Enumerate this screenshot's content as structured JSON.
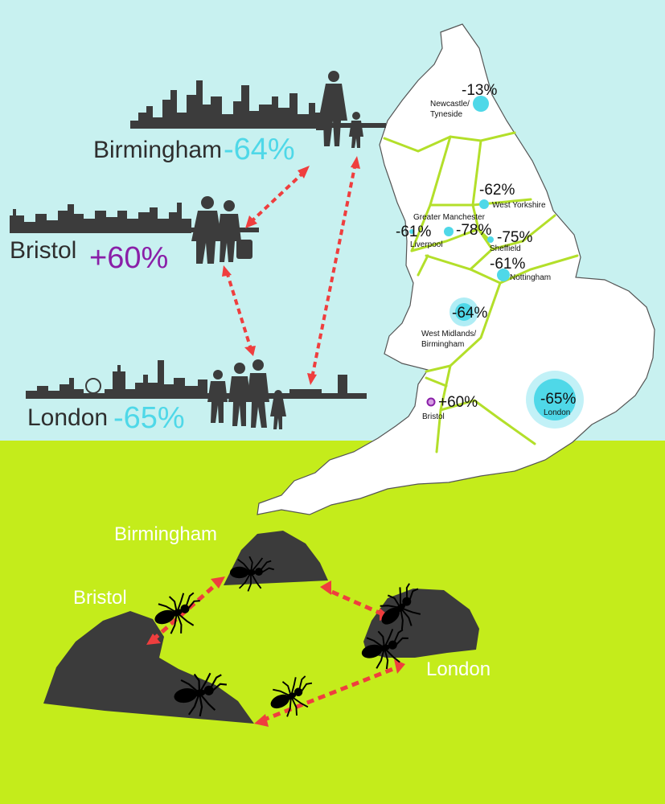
{
  "colors": {
    "sky": "#c8f1f0",
    "grass": "#c4ec1b",
    "silhouette": "#3c3c3c",
    "map_fill": "#ffffff",
    "map_border": "#b3df2a",
    "arrow": "#ef3e3e",
    "decrease": "#4fd8e8",
    "increase": "#8a1fa8"
  },
  "comparison": {
    "birmingham": {
      "name": "Birmingham",
      "change": "-64%"
    },
    "bristol": {
      "name": "Bristol",
      "change": "+60%"
    },
    "london": {
      "name": "London",
      "change": "-65%"
    }
  },
  "map_regions": [
    {
      "id": "newcastle",
      "change": "-13%",
      "label_lines": [
        "Newcastle/",
        "Tyneside"
      ]
    },
    {
      "id": "west-yorkshire",
      "change": "-62%",
      "label_lines": [
        "West Yorkshire"
      ]
    },
    {
      "id": "greater-manchester",
      "change": "-78%",
      "label_lines": [
        "Greater Manchester"
      ]
    },
    {
      "id": "liverpool",
      "change": "-61%",
      "label_lines": [
        "Liverpool"
      ]
    },
    {
      "id": "sheffield",
      "change": "-75%",
      "label_lines": [
        "Sheffield"
      ]
    },
    {
      "id": "nottingham",
      "change": "-61%",
      "label_lines": [
        "Nottingham"
      ]
    },
    {
      "id": "west-midlands",
      "change": "-64%",
      "label_lines": [
        "West Midlands/",
        "Birmingham"
      ]
    },
    {
      "id": "bristol",
      "change": "+60%",
      "label_lines": [
        "Bristol"
      ]
    },
    {
      "id": "london",
      "change": "-65%",
      "label_lines": [
        "London"
      ]
    }
  ],
  "ant_colonies": {
    "birmingham": "Birmingham",
    "bristol": "Bristol",
    "london": "London"
  }
}
